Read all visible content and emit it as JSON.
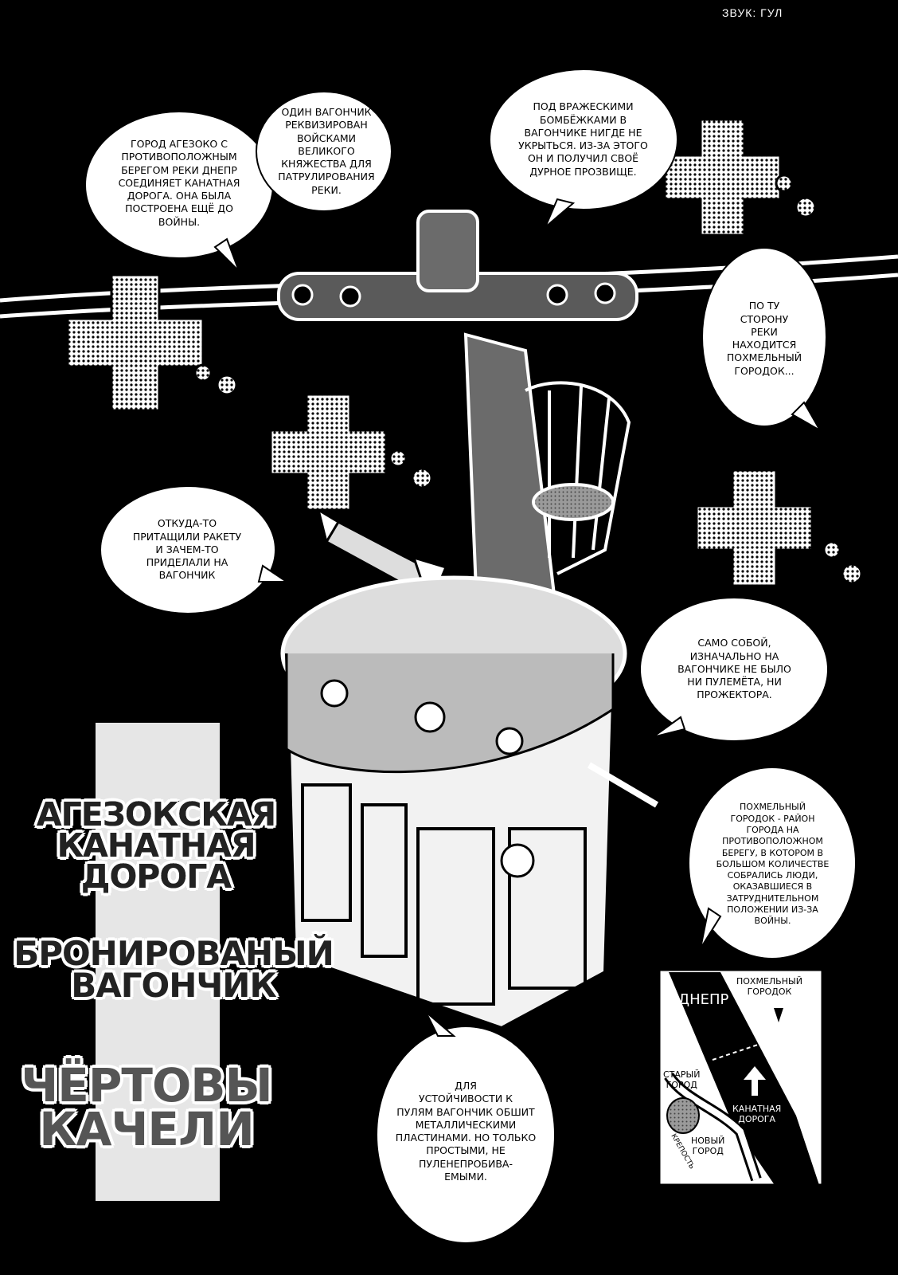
{
  "sfx_label": "ЗВУК: ГУЛ",
  "bubbles": {
    "b1": "ГОРОД АГЕЗОКО С\nПРОТИВОПОЛОЖНЫМ\nБЕРЕГОМ РЕКИ ДНЕПР\nСОЕДИНЯЕТ КАНАТНАЯ\nДОРОГА. ОНА БЫЛА\nПОСТРОЕНА ЕЩЁ ДО\nВОЙНЫ.",
    "b2": "ОДИН ВАГОНЧИК\nРЕКВИЗИРОВАН\nВОЙСКАМИ ВЕЛИКОГО\nКНЯЖЕСТВА ДЛЯ\nПАТРУЛИРОВАНИЯ\nРЕКИ.",
    "b3": "ПОД ВРАЖЕСКИМИ\nБОМБЁЖКАМИ В\nВАГОНЧИКЕ НИГДЕ НЕ\nУКРЫТЬСЯ. ИЗ-ЗА ЭТОГО\nОН И ПОЛУЧИЛ СВОЁ\nДУРНОЕ ПРОЗВИЩЕ.",
    "b4": "ПО ТУ\nСТОРОНУ\nРЕКИ\nНАХОДИТСЯ\nПОХМЕЛЬНЫЙ\nГОРОДОК...",
    "b5": "ОТКУДА-ТО\nПРИТАЩИЛИ РАКЕТУ\nИ ЗАЧЕМ-ТО\nПРИДЕЛАЛИ НА\nВАГОНЧИК",
    "b6": "САМО СОБОЙ,\nИЗНАЧАЛЬНО НА\nВАГОНЧИКЕ НЕ БЫЛО\nНИ ПУЛЕМЁТА, НИ\nПРОЖЕКТОРА.",
    "b7": "ПОХМЕЛЬНЫЙ\nГОРОДОК - РАЙОН\nГОРОДА НА\nПРОТИВОПОЛОЖНОМ\nБЕРЕГУ, В КОТОРОМ В\nБОЛЬШОМ КОЛИЧЕСТВЕ\nСОБРАЛИСЬ ЛЮДИ,\nОКАЗАВШИЕСЯ В\nЗАТРУДНИТЕЛЬНОМ\nПОЛОЖЕНИИ ИЗ-ЗА\nВОЙНЫ.",
    "b8": "ДЛЯ\nУСТОЙЧИВОСТИ К\nПУЛЯМ ВАГОНЧИК ОБШИТ\nМЕТАЛЛИЧЕСКИМИ\nПЛАСТИНАМИ. НО ТОЛЬКО\nПРОСТЫМИ, НЕ\nПУЛЕНЕПРОБИВА-\nЕМЫМИ."
  },
  "titles": {
    "t1": "АГЕЗОКСКАЯ\nКАНАТНАЯ\nДОРОГА",
    "t2": "БРОНИРОВАНЫЙ\nВАГОНЧИК",
    "t3": "ЧЁРТОВЫ\nКАЧЕЛИ"
  },
  "map": {
    "river": "ДНЕПР",
    "hangover_town": "ПОХМЕЛЬНЫЙ\nГОРОДОК",
    "old_town": "СТАРЫЙ\nГОРОД",
    "cable_road": "КАНАТНАЯ\nДОРОГА",
    "new_town": "НОВЫЙ\nГОРОД",
    "fortress": "КРЕПОСТЬ"
  },
  "colors": {
    "background": "#000000",
    "bubble": "#ffffff",
    "title_band": "#e8e8e8"
  }
}
